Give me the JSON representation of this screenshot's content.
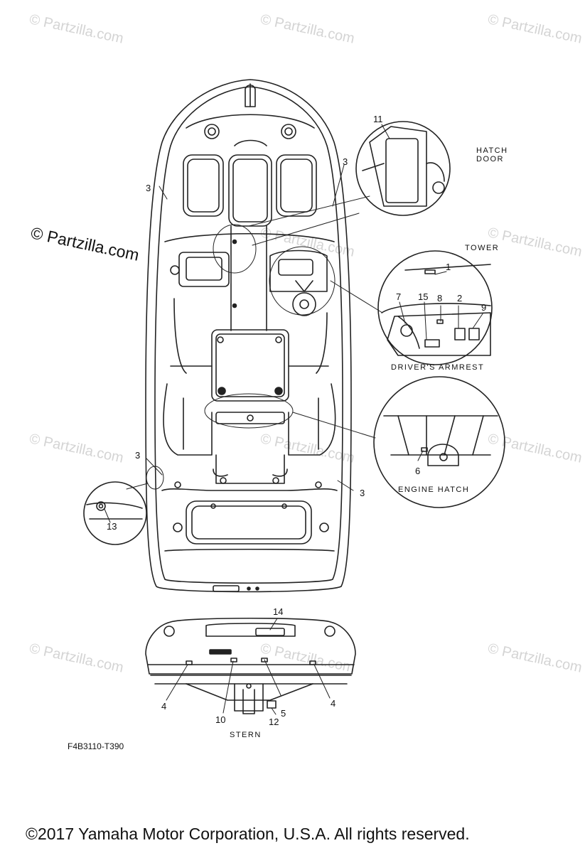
{
  "watermarks": {
    "light": "© Partzilla.com",
    "main": "© Partzilla.com"
  },
  "captions": {
    "hatch_door_line1": "HATCH",
    "hatch_door_line2": "DOOR",
    "tower": "TOWER",
    "drivers_armrest": "DRIVER'S ARMREST",
    "engine_hatch": "ENGINE HATCH",
    "stern": "STERN"
  },
  "callouts": {
    "c1": "1",
    "c2": "2",
    "c3a": "3",
    "c3b": "3",
    "c3c": "3",
    "c3d": "3",
    "c4a": "4",
    "c4b": "4",
    "c5": "5",
    "c6": "6",
    "c7": "7",
    "c8": "8",
    "c9": "9",
    "c10": "10",
    "c11": "11",
    "c12": "12",
    "c13": "13",
    "c14": "14",
    "c15": "15"
  },
  "figure_code": "F4B3110-T390",
  "copyright": "©2017  Yamaha Motor Corporation, U.S.A. All rights reserved."
}
